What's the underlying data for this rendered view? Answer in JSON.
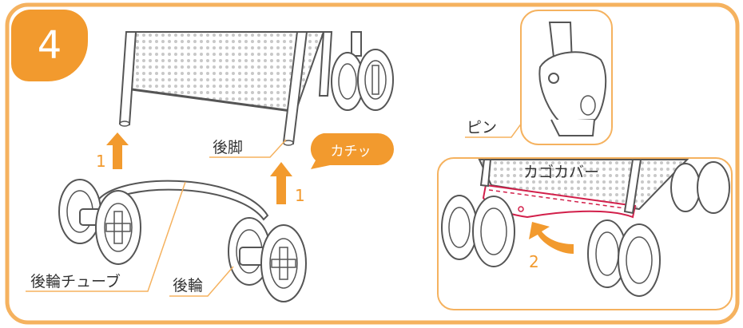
{
  "step": {
    "number": "4"
  },
  "bubble": {
    "text": "カチッ"
  },
  "labels": {
    "rear_leg": "後脚",
    "rear_wheel_tube": "後輪チューブ",
    "rear_wheel": "後輪",
    "pin": "ピン",
    "basket_cover": "カゴカバー"
  },
  "arrows": {
    "step1_left": "1",
    "step1_right": "1",
    "step2": "2"
  },
  "colors": {
    "accent": "#f29a2e",
    "frame": "#f5b25f",
    "line": "#555555",
    "cover": "#d21f4a"
  }
}
